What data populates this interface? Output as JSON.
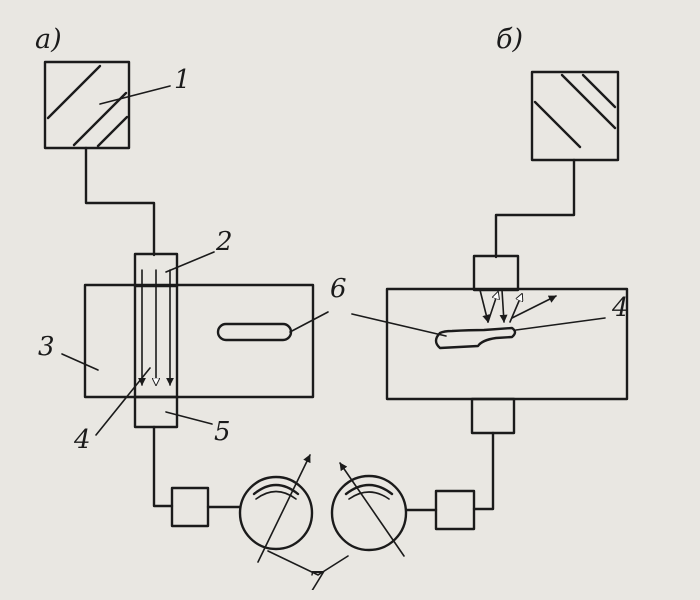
{
  "figure": {
    "part_a": "а)",
    "part_b": "б)"
  },
  "labels": {
    "l1": "1",
    "l2": "2",
    "l3": "3",
    "l4a": "4",
    "l4b": "4",
    "l5": "5",
    "l6": "6",
    "l7": "7"
  },
  "colors": {
    "ink": "#1b1b1b",
    "paper": "#e9e7e2"
  }
}
